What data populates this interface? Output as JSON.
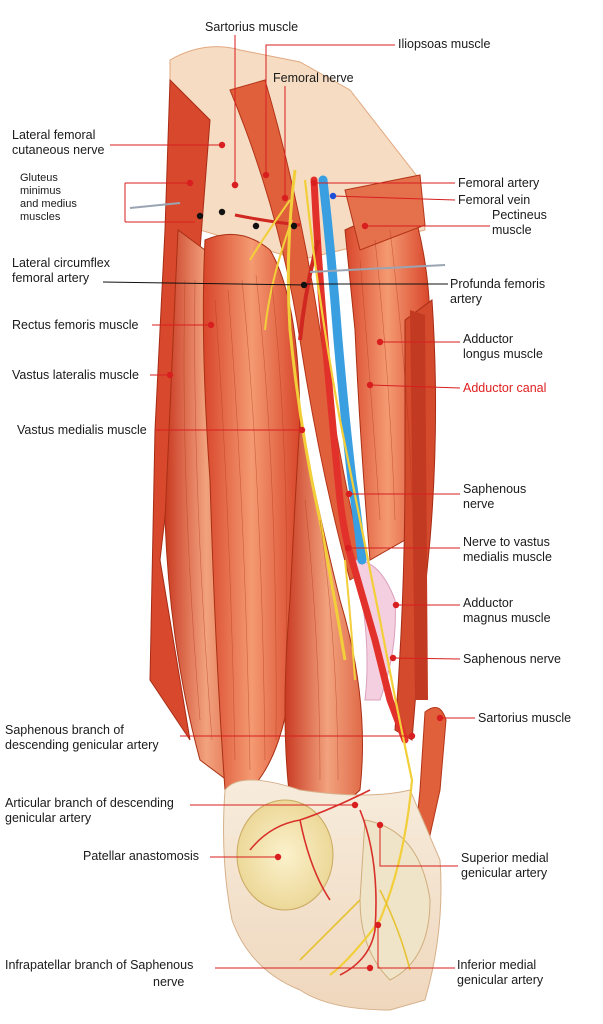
{
  "labels": {
    "sartorius_top": "Sartorius muscle",
    "iliopsoas": "Iliopsoas muscle",
    "femoral_nerve": "Femoral nerve",
    "lat_fem_cut_nerve": "Lateral femoral\ncutaneous nerve",
    "gluteus": "Gluteus\nminimus\nand medius\nmuscles",
    "femoral_artery": "Femoral artery",
    "femoral_vein": "Femoral vein",
    "pectineus": "Pectineus\nmuscle",
    "lat_circ_fem_artery": "Lateral circumflex\nfemoral artery",
    "profunda": "Profunda femoris\nartery",
    "rectus_femoris": "Rectus femoris muscle",
    "adductor_longus": "Adductor\nlongus muscle",
    "vastus_lateralis": "Vastus lateralis muscle",
    "adductor_canal": "Adductor canal",
    "vastus_medialis": "Vastus medialis muscle",
    "saphenous_nerve_1": "Saphenous\nnerve",
    "nerve_vastus_medialis": "Nerve to vastus\nmedialis muscle",
    "adductor_magnus": "Adductor\nmagnus muscle",
    "saphenous_nerve_2": "Saphenous nerve",
    "sartorius_bottom": "Sartorius muscle",
    "saph_branch_desc_gen": "Saphenous branch of\ndescending genicular artery",
    "artic_branch_desc_gen": "Articular branch of descending\ngenicular artery",
    "patellar_anastomosis": "Patellar anastomosis",
    "sup_med_gen": "Superior medial\ngenicular artery",
    "infrapatellar": "Infrapatellar branch of Saphenous",
    "infrapatellar_nerve": "nerve",
    "inf_med_gen": "Inferior medial\ngenicular artery"
  },
  "colors": {
    "highlight_label": "#e02020",
    "leader_line": "#d81e1e",
    "muscle": "#e85a38",
    "muscle_dark": "#c8381e",
    "muscle_light": "#f4a07c",
    "tendon": "#f3e3cf",
    "artery": "#e0302a",
    "vein": "#48a8e0",
    "nerve": "#f2cf3a",
    "knee": "#f3e6b0"
  }
}
